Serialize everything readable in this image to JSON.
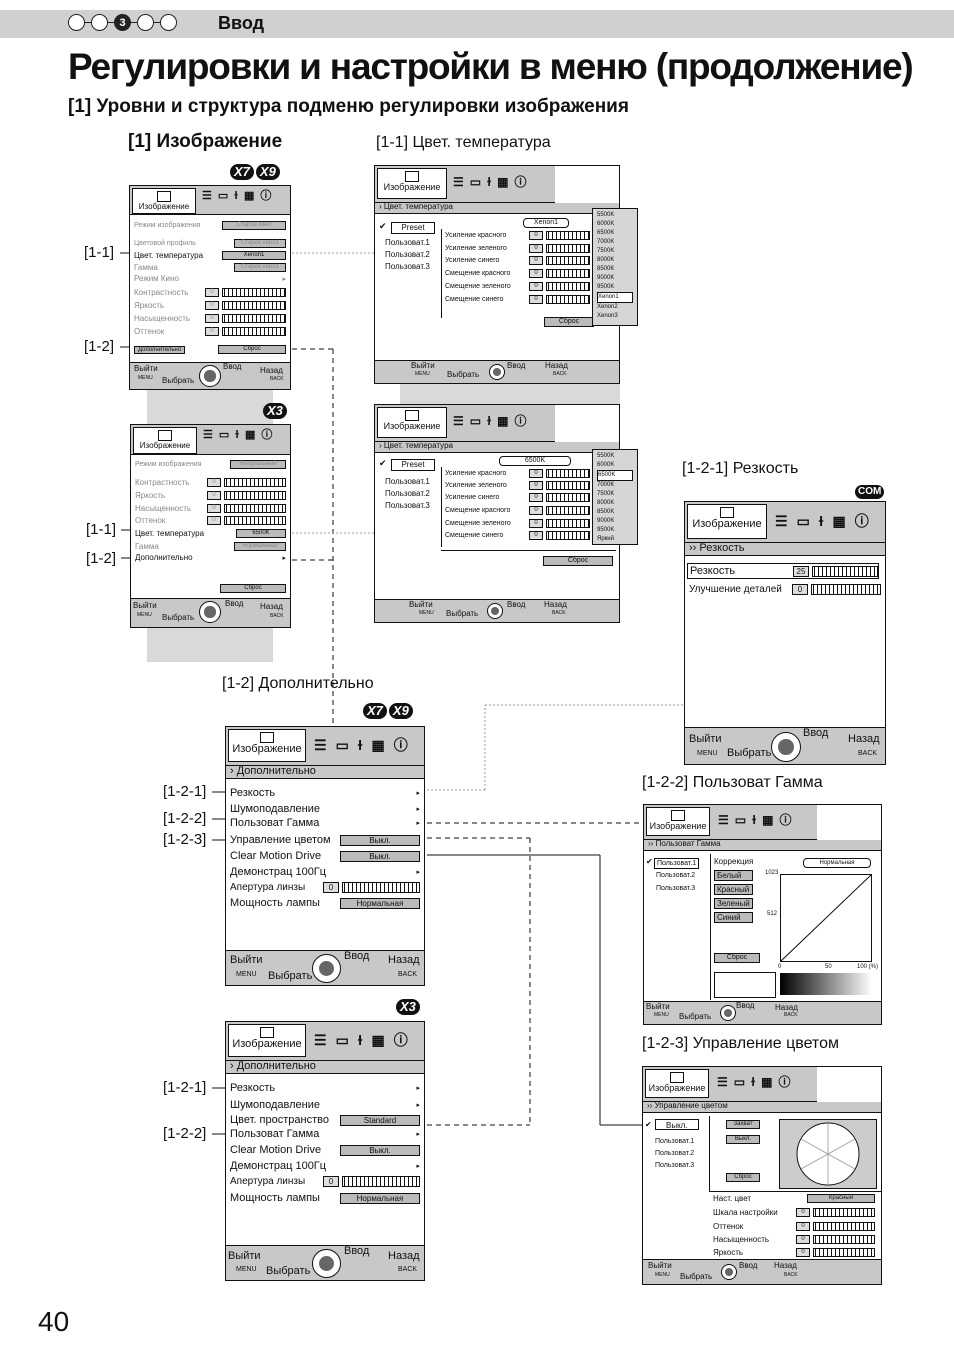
{
  "header": {
    "section_word": "Ввод",
    "step_dots": [
      "",
      "",
      "3",
      "",
      ""
    ]
  },
  "title": "Регулировки и настройки в меню (продолжение)",
  "subtitle": "[1] Уровни и структура подменю регулировки изображения",
  "section": "[1] Изображение",
  "badges": {
    "x7": "X7",
    "x9": "X9",
    "x3": "X3",
    "com": "COM"
  },
  "captions": {
    "color_temp": "[1-1] Цвет. температура",
    "advanced": "[1-2] Дополнительно",
    "sharpness": "[1-2-1] Резкость",
    "user_gamma": "[1-2-2] Пользоват Гамма",
    "color_mgmt": "[1-2-3] Управление цветом"
  },
  "refs": {
    "r11": "[1-1]",
    "r12": "[1-2]",
    "r121": "[1-2-1]",
    "r122": "[1-2-2]",
    "r123": "[1-2-3]"
  },
  "common": {
    "tab": "Изображение",
    "exit": "Выйти",
    "menu": "MENU",
    "select": "Выбрать",
    "enter": "Ввод",
    "back": "Назад",
    "back_key": "BACK",
    "reset": "Сброс"
  },
  "main_x7": {
    "rows": [
      "Режим изображения",
      "Цветовой профиль",
      "Цвет. температура",
      "Гамма",
      "Режим Кино",
      "Контрастность",
      "Яркость",
      "Насыщенность",
      "Оттенок"
    ],
    "values": [
      "Старое кино",
      "Старое кино1",
      "Xenon1",
      "Старое кино1"
    ],
    "num": "0",
    "advanced": "Дополнительно",
    "reset": "Сброс"
  },
  "main_x3": {
    "rows": [
      "Режим изображения",
      "Контрастность",
      "Яркость",
      "Насыщенность",
      "Оттенок",
      "Цвет. температура",
      "Гамма",
      "Дополнительно"
    ],
    "values": [
      "Натуральный",
      "6500K",
      "Нормальная"
    ],
    "num": "0",
    "reset": "Сброс"
  },
  "ct": {
    "path": "Цвет. температура",
    "preset": "Preset",
    "users": [
      "Пользоват.1",
      "Пользоват.2",
      "Пользоват.3"
    ],
    "rows": [
      "Усиление красного",
      "Усиление зеленого",
      "Усиление синего",
      "Смещение красного",
      "Смещение зеленого",
      "Смещение синего"
    ],
    "num": "0",
    "sel_x7": "Xenon1",
    "sel_x3": "6500K",
    "reset": "Сброс",
    "list_x7": [
      "5500K",
      "6000K",
      "6500K",
      "7000K",
      "7500K",
      "8000K",
      "8500K",
      "9000K",
      "9500K",
      "Xenon1",
      "Xenon2",
      "Xenon3"
    ],
    "list_x3": [
      "5500K",
      "6000K",
      "6500K",
      "7000K",
      "7500K",
      "8000K",
      "8500K",
      "9000K",
      "9500K",
      "Яркий"
    ]
  },
  "adv_x7": {
    "path": "Дополнительно",
    "rows": [
      "Резкость",
      "Шумоподавление",
      "Пользоват  Гамма",
      "Управление цветом",
      "Clear Motion Drive",
      "Демонстрац 100Гц",
      "Апертура линзы",
      "Мощность лампы"
    ],
    "values": [
      "Выкл.",
      "Выкл.",
      "Нормальная"
    ],
    "num": "0"
  },
  "adv_x3": {
    "path": "Дополнительно",
    "rows": [
      "Резкость",
      "Шумоподавление",
      "Цвет. пространство",
      "Пользоват  Гамма",
      "Clear Motion Drive",
      "Демонстрац 100Гц",
      "Апертура линзы",
      "Мощность лампы"
    ],
    "values": [
      "Standard",
      "Выкл.",
      "Нормальная"
    ],
    "num": "0"
  },
  "sharp": {
    "path": "Резкость",
    "rows": [
      "Резкость",
      "Улучшение деталей"
    ],
    "nums": [
      "25",
      "0"
    ]
  },
  "gamma": {
    "path": "Пользоват   Гамма",
    "users": [
      "Пользоват.1",
      "Пользоват.2",
      "Пользоват.3"
    ],
    "corr": "Коррекция",
    "corr_val": "Нормальная",
    "colors": [
      "Белый",
      "Красный",
      "Зеленый",
      "Синий"
    ],
    "y_top": "1023",
    "y_mid": "512",
    "x_ticks": [
      "0",
      "50",
      "100 (%)"
    ],
    "reset": "Сброс"
  },
  "cm": {
    "path": "Управление цветом",
    "sel": "Выкл.",
    "users": [
      "Пользоват.1",
      "Пользоват.2",
      "Пользоват.3"
    ],
    "capture": "Захват",
    "off": "Выкл.",
    "reset": "Сброс",
    "rows": [
      "Наст. цвет",
      "Шкала настройки",
      "Оттенок",
      "Насыщенность",
      "Яркость"
    ],
    "color_val": "Красный",
    "num": "0"
  },
  "page_number": "40"
}
